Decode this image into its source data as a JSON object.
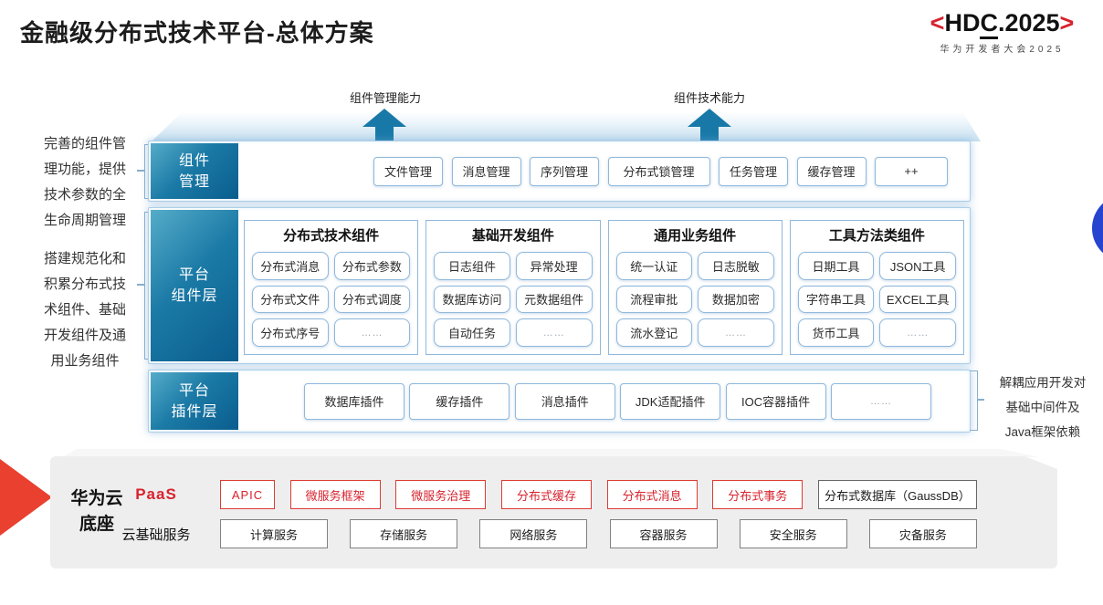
{
  "title": "金融级分布式技术平台-总体方案",
  "logo": {
    "left_bracket": "<",
    "hd": "HD",
    "c": "C",
    "year": ".2025",
    "right_bracket": ">",
    "subtitle": "华为开发者大会2025"
  },
  "arrows": [
    {
      "label": "组件管理能力"
    },
    {
      "label": "组件技术能力"
    }
  ],
  "annotations": {
    "left_top": [
      "完善的组件管",
      "理功能，提供",
      "技术参数的全",
      "生命周期管理"
    ],
    "left_bottom": [
      "搭建规范化和",
      "积累分布式技",
      "术组件、基础",
      "开发组件及通",
      "用业务组件"
    ],
    "right": [
      "解耦应用开发对",
      "基础中间件及",
      "Java框架依赖"
    ]
  },
  "rows": {
    "management": {
      "label": [
        "组件",
        "管理"
      ],
      "items": [
        "文件管理",
        "消息管理",
        "序列管理",
        "分布式锁管理",
        "任务管理",
        "缓存管理",
        "++"
      ]
    },
    "components": {
      "label": [
        "平台",
        "组件层"
      ],
      "columns": [
        {
          "title": "分布式技术组件",
          "items": [
            "分布式消息",
            "分布式参数",
            "分布式文件",
            "分布式调度",
            "分布式序号",
            "……"
          ]
        },
        {
          "title": "基础开发组件",
          "items": [
            "日志组件",
            "异常处理",
            "数据库访问",
            "元数据组件",
            "自动任务",
            "……"
          ]
        },
        {
          "title": "通用业务组件",
          "items": [
            "统一认证",
            "日志脱敏",
            "流程审批",
            "数据加密",
            "流水登记",
            "……"
          ]
        },
        {
          "title": "工具方法类组件",
          "items": [
            "日期工具",
            "JSON工具",
            "字符串工具",
            "EXCEL工具",
            "货币工具",
            "……"
          ]
        }
      ]
    },
    "plugins": {
      "label": [
        "平台",
        "插件层"
      ],
      "items": [
        "数据库插件",
        "缓存插件",
        "消息插件",
        "JDK适配插件",
        "IOC容器插件",
        "……"
      ]
    }
  },
  "foundation": {
    "label": [
      "华为云",
      "底座"
    ],
    "paas": {
      "label": "PaaS",
      "items": [
        "APIC",
        "微服务框架",
        "微服务治理",
        "分布式缓存",
        "分布式消息",
        "分布式事务"
      ],
      "db_item": "分布式数据库（GaussDB）"
    },
    "cloud": {
      "label": "云基础服务",
      "items": [
        "计算服务",
        "存储服务",
        "网络服务",
        "容器服务",
        "安全服务",
        "灾备服务"
      ]
    }
  },
  "colors": {
    "teal_dark": "#0a5d8e",
    "teal_light": "#55acc9",
    "arrow_teal": "#1879a8",
    "border_blue": "#8fb8dc",
    "huawei_red": "#d7232e",
    "blue_circle": "#2644cf",
    "foundation_gray": "#eeeeef"
  }
}
